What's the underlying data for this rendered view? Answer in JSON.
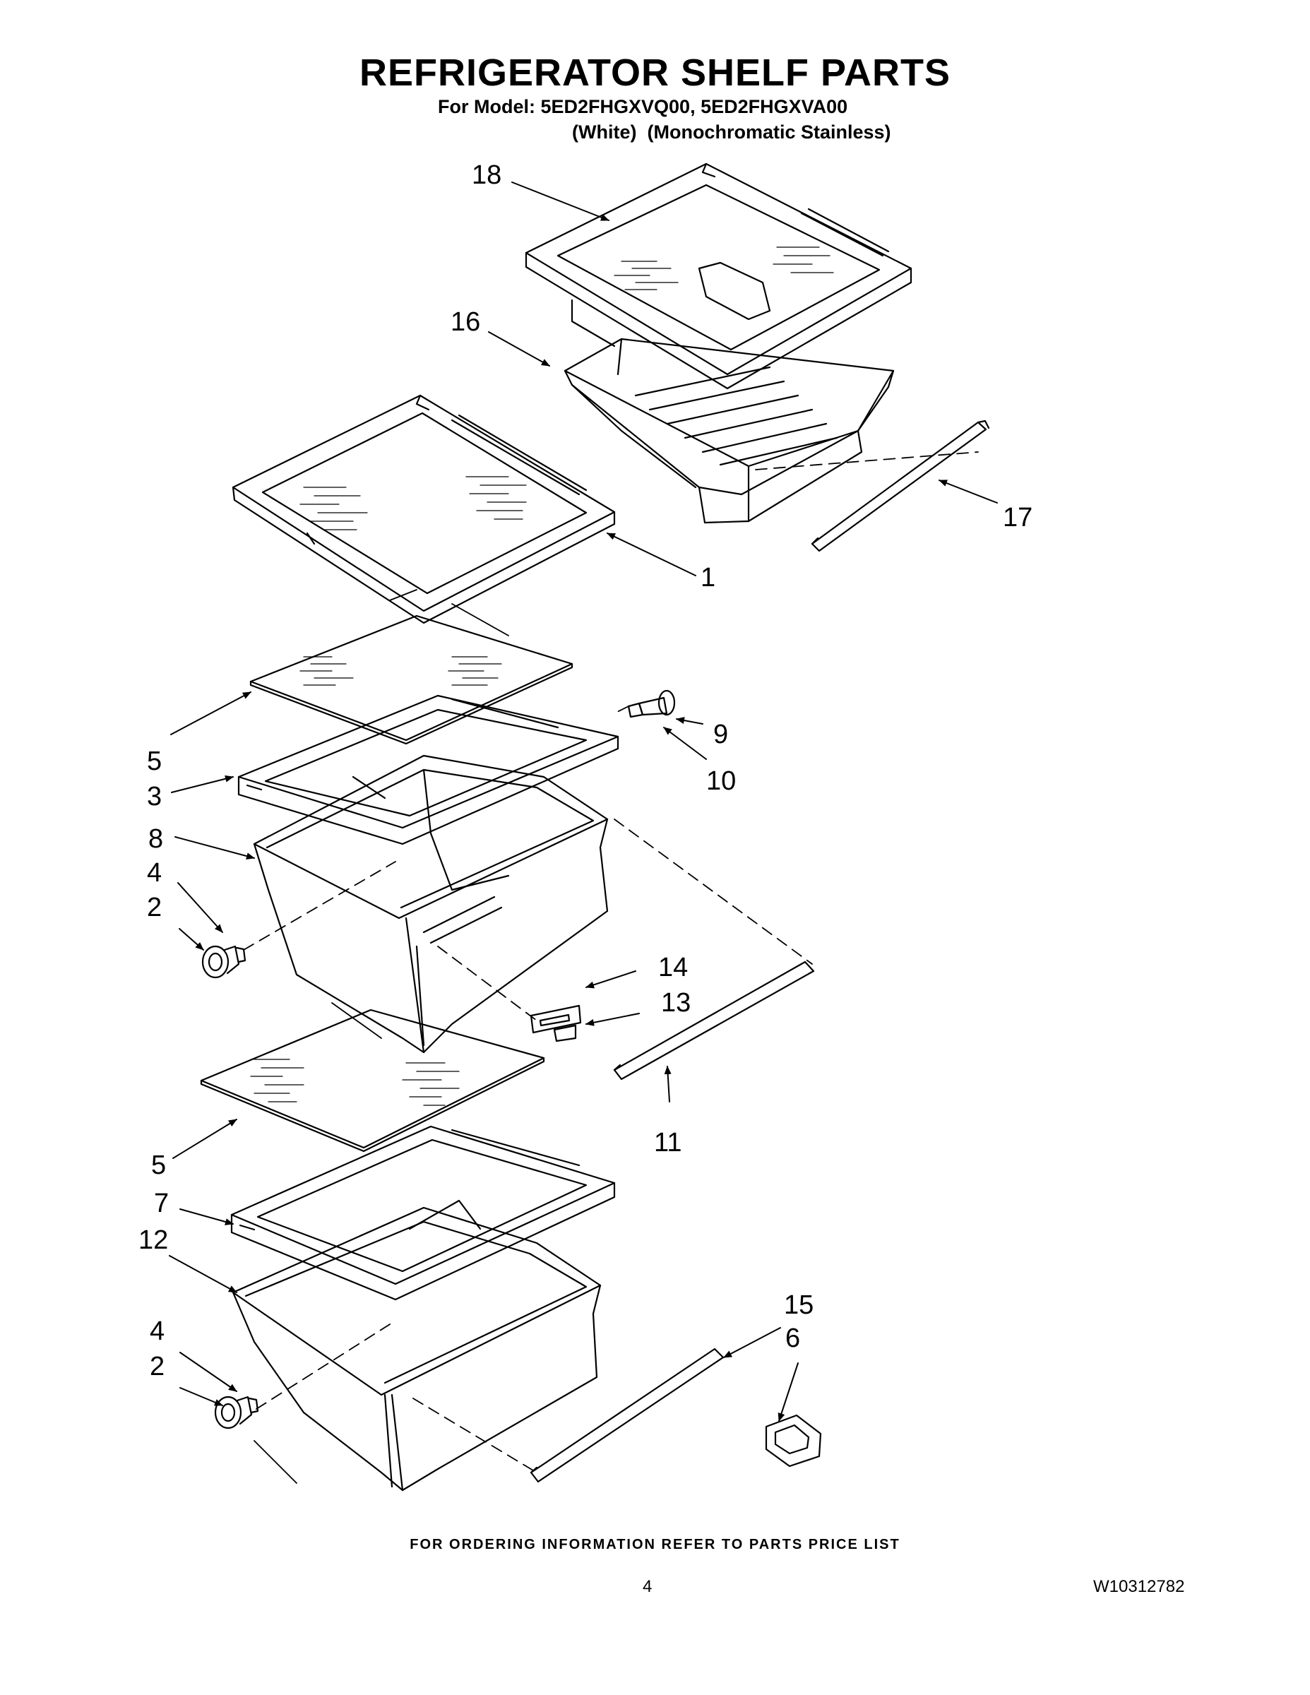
{
  "title": "REFRIGERATOR SHELF PARTS",
  "model_line": "For Model: 5ED2FHGXVQ00, 5ED2FHGXVA00",
  "variant_line": "(White)  (Monochromatic Stainless)",
  "callouts": {
    "c1": "1",
    "c2a": "2",
    "c2b": "2",
    "c3": "3",
    "c4a": "4",
    "c4b": "4",
    "c5a": "5",
    "c5b": "5",
    "c6": "6",
    "c7": "7",
    "c8": "8",
    "c9": "9",
    "c10": "10",
    "c11": "11",
    "c12": "12",
    "c13": "13",
    "c14": "14",
    "c15": "15",
    "c16": "16",
    "c17": "17",
    "c18": "18"
  },
  "footer": "FOR ORDERING INFORMATION REFER TO PARTS PRICE LIST",
  "page_number": "4",
  "document_number": "W10312782"
}
